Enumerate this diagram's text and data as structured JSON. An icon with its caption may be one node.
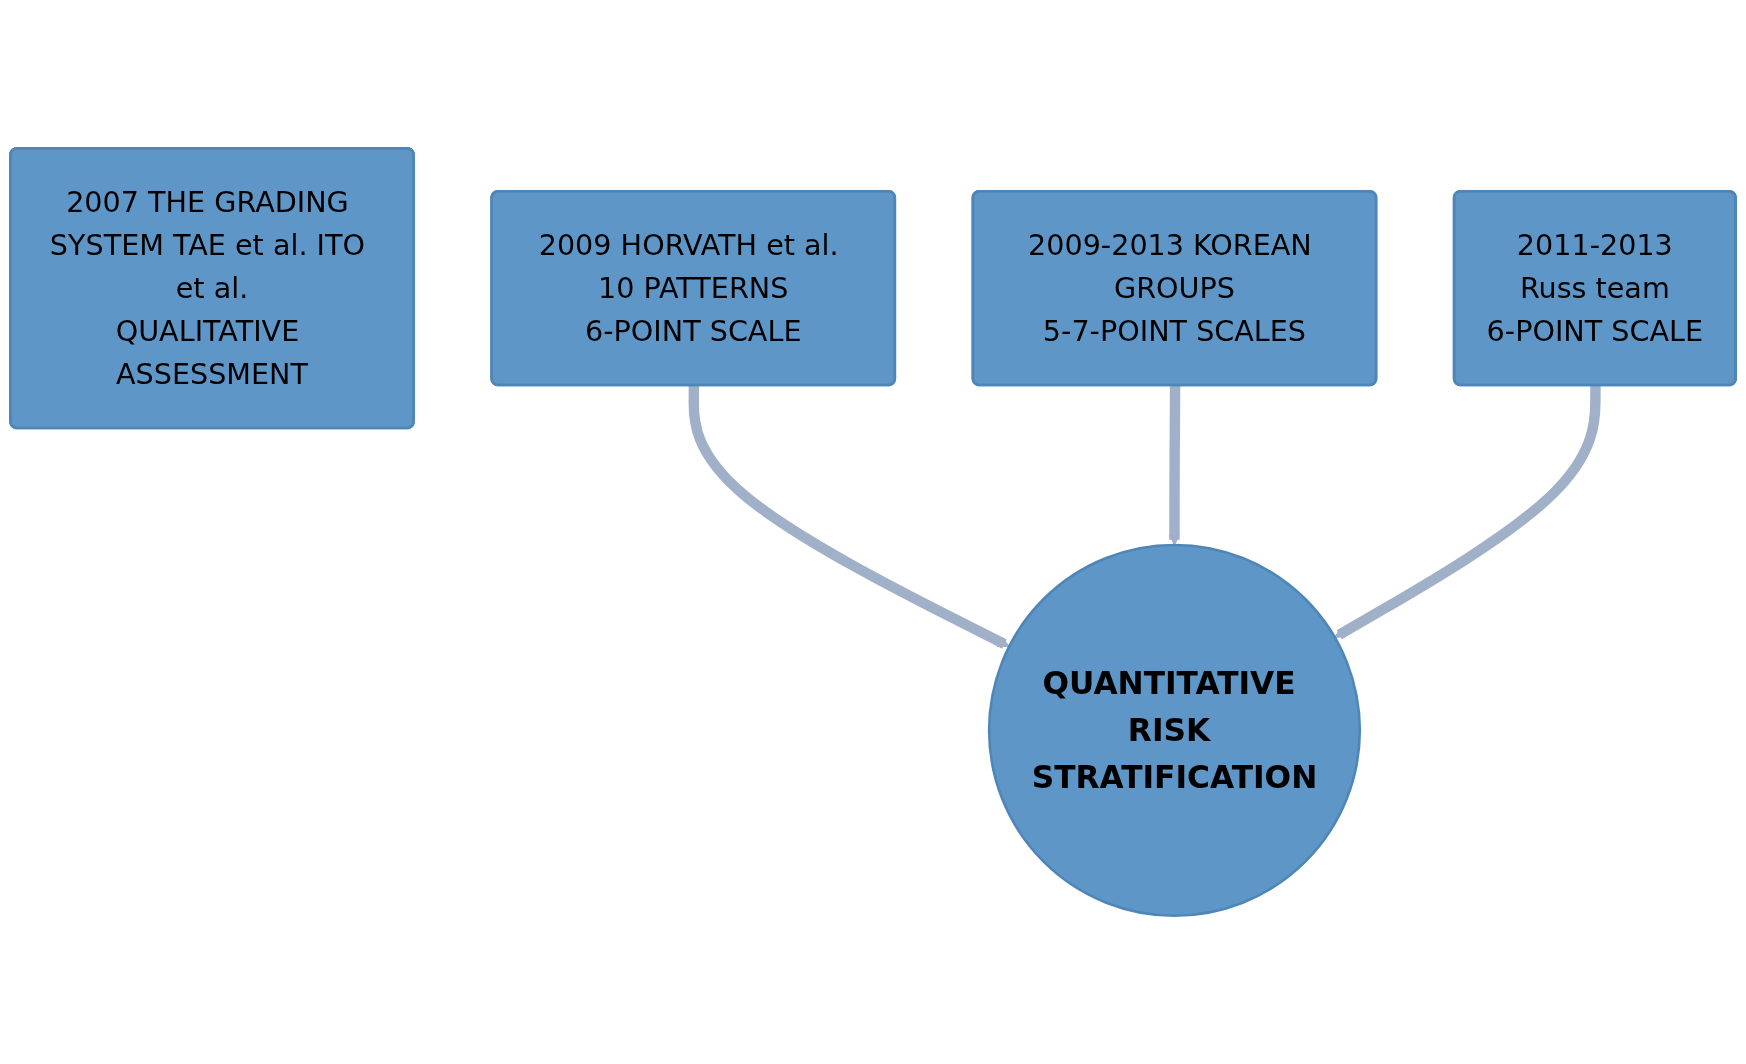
{
  "diagram": {
    "nodes": [
      {
        "text": [
          "2007 THE GRADING SYSTEM TAE et al. ITO et al.",
          "QUALITATIVE ASSESSMENT"
        ]
      },
      {
        "text": [
          "2009 HORVATH et al. 10 PATTERNS",
          "6-POINT SCALE"
        ]
      },
      {
        "text": [
          "2009-2013 KOREAN GROUPS",
          "5-7-POINT SCALES"
        ]
      },
      {
        "text": [
          "QUANTITATIVE RISK STRATIFICATION"
        ]
      },
      {
        "text": [
          "2011-2013",
          "Russ team",
          "6-POINT SCALE"
        ]
      }
    ],
    "edges": [
      {
        "from": 1,
        "to": 3,
        "arrow": "to"
      },
      {
        "from": 2,
        "to": 3,
        "arrow": "to"
      },
      {
        "from": 4,
        "to": 3,
        "arrow": "to"
      }
    ]
  }
}
